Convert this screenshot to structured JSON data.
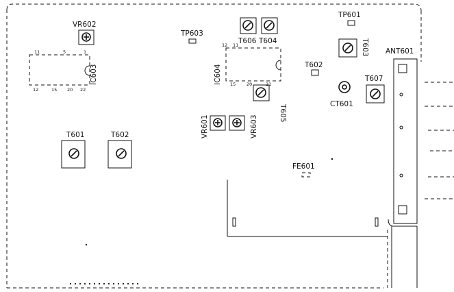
{
  "labels": {
    "vr602": "VR602",
    "ic603": "IC603",
    "ic603_pins": [
      "11",
      "5",
      "1",
      "12",
      "15",
      "20",
      "22"
    ],
    "tp603": "TP603",
    "t606": "T606",
    "t604": "T604",
    "ic604": "IC604",
    "ic604_pins": [
      "12",
      "11",
      "15",
      "20",
      "21"
    ],
    "t605": "T605",
    "tp601": "TP601",
    "t603": "T603",
    "ant601": "ANT601",
    "t602_right": "T602",
    "t607": "T607",
    "ct601": "CT601",
    "vr601": "VR601",
    "vr603": "VR603",
    "t601_left": "T601",
    "t602_left": "T602",
    "fe601": "FE601"
  }
}
